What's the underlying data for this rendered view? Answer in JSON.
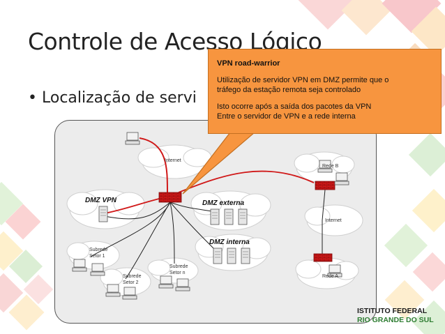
{
  "slide": {
    "title": "Controle de Acesso Lógico",
    "bullet": "Localização de servi"
  },
  "callout": {
    "title": "VPN road-warrior",
    "line1": "Utilização de servidor VPN em DMZ permite que o",
    "line2": "tráfego da estação remota seja controlado",
    "line3": "Isto ocorre após a saída dos pacotes da VPN",
    "line4": "Entre o servidor de VPN e a rede interna"
  },
  "diagram": {
    "internet_top": "Internet",
    "internet_right": "Internet",
    "dmz_vpn": "DMZ VPN",
    "dmz_externa": "DMZ externa",
    "dmz_interna": "DMZ interna",
    "subrede1_a": "Subrede",
    "subrede1_b": "Setor 1",
    "subrede2_a": "Subrede",
    "subrede2_b": "Setor 2",
    "subreden_a": "Subrede",
    "subreden_b": "Setor n",
    "rede_a": "Rede A",
    "rede_b": "Rede B"
  },
  "footer": {
    "line1": "ISTITUTO FEDERAL",
    "line2": "RIO GRANDE DO SUL"
  },
  "colors": {
    "accent_orange": "#f7953f",
    "firewall_red": "#d01818",
    "link_red": "#d01818",
    "brand_green": "#2e7d32"
  }
}
